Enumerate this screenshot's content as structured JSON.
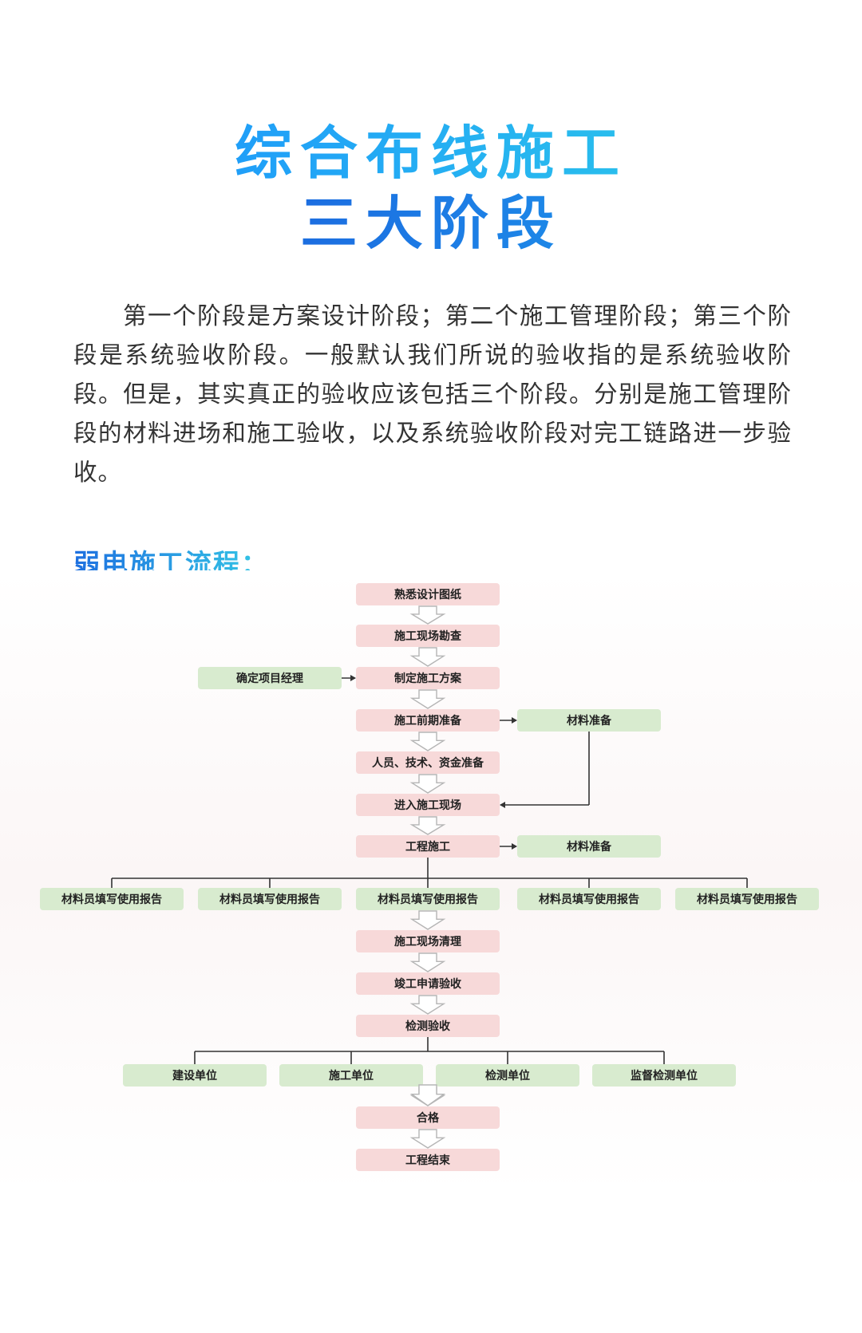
{
  "title": {
    "line1": "综合布线施工",
    "line2": "三大阶段"
  },
  "intro": "第一个阶段是方案设计阶段；第二个施工管理阶段；第三个阶段是系统验收阶段。一般默认我们所说的验收指的是系统验收阶段。但是，其实真正的验收应该包括三个阶段。分别是施工管理阶段的材料进场和施工验收，以及系统验收阶段对完工链路进一步验收。",
  "section_title": "弱电施工流程：",
  "colors": {
    "pink_box": "#f7d9d9",
    "green_box": "#d8ebcf",
    "line": "#333333",
    "arrow_outline": "#b5b5b5"
  },
  "flow": {
    "main_steps": [
      "熟悉设计图纸",
      "施工现场勘查",
      "制定施工方案",
      "施工前期准备",
      "人员、技术、资金准备",
      "进入施工现场",
      "工程施工",
      "材料员填写使用报告",
      "施工现场清理",
      "竣工申请验收",
      "检测验收",
      "施工单位",
      "合格",
      "工程结束"
    ],
    "side_boxes": {
      "manager": "确定项目经理",
      "material_prep_1": "材料准备",
      "material_prep_2": "材料准备"
    },
    "report_branches": [
      "材料员填写使用报告",
      "材料员填写使用报告",
      "材料员填写使用报告",
      "材料员填写使用报告"
    ],
    "inspection_branches": [
      "建设单位",
      "检测单位",
      "监督检测单位"
    ]
  }
}
